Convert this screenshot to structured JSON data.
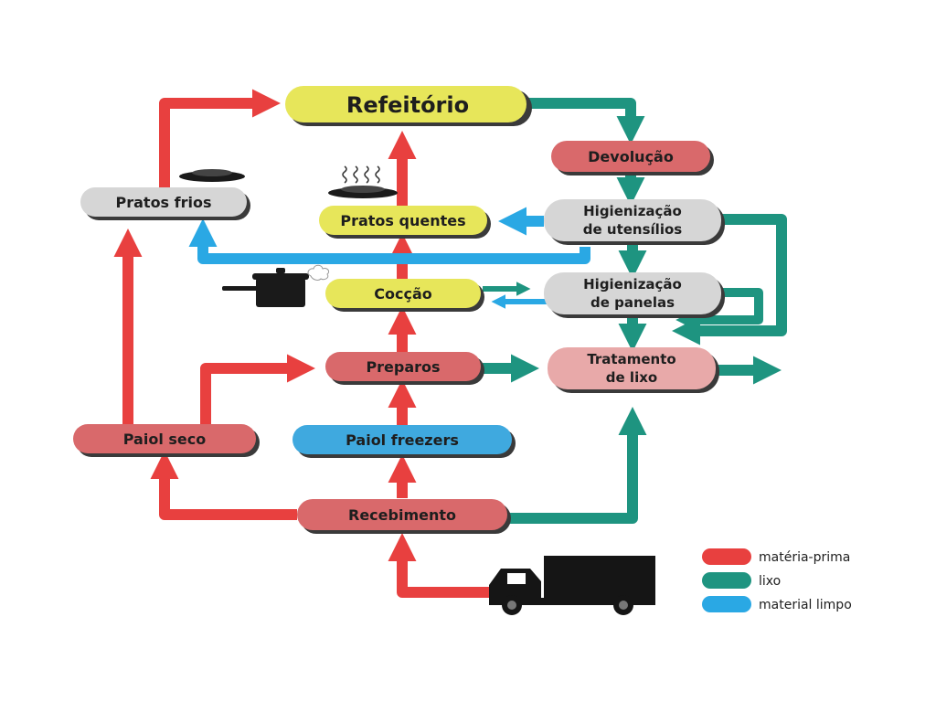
{
  "nodes": {
    "refeitorio": {
      "label": "Refeitório",
      "color": "yellow"
    },
    "devolucao": {
      "label": "Devolução",
      "color": "red"
    },
    "higienizacao_utensilios": {
      "line1": "Higienização",
      "line2": "de utensílios",
      "color": "gray"
    },
    "pratos_frios": {
      "label": "Pratos frios",
      "color": "gray"
    },
    "pratos_quentes": {
      "label": "Pratos quentes",
      "color": "yellow"
    },
    "coccao": {
      "label": "Cocção",
      "color": "yellow"
    },
    "higienizacao_panelas": {
      "line1": "Higienização",
      "line2": "de panelas",
      "color": "gray"
    },
    "preparos": {
      "label": "Preparos",
      "color": "red"
    },
    "tratamento_lixo": {
      "line1": "Tratamento",
      "line2": "de lixo",
      "color": "pink"
    },
    "paiol_seco": {
      "label": "Paiol seco",
      "color": "red"
    },
    "paiol_freezers": {
      "label": "Paiol freezers",
      "color": "blue"
    },
    "recebimento": {
      "label": "Recebimento",
      "color": "red"
    }
  },
  "legend": [
    {
      "label": "matéria-prima",
      "color": "#e8403f"
    },
    {
      "label": "lixo",
      "color": "#1e9480"
    },
    {
      "label": "material limpo",
      "color": "#2aa8e4"
    }
  ],
  "colors": {
    "materia_prima": "#e8403f",
    "lixo": "#1e9480",
    "material_limpo": "#2aa8e4",
    "node_yellow": "#e7e65a",
    "node_red": "#d9696b",
    "node_gray": "#d6d6d6",
    "node_blue": "#3fa9df",
    "node_pink": "#e8a9a9"
  },
  "icons": [
    "plate-icon",
    "hot-plate-icon",
    "cooking-pot-icon",
    "delivery-truck-icon"
  ]
}
